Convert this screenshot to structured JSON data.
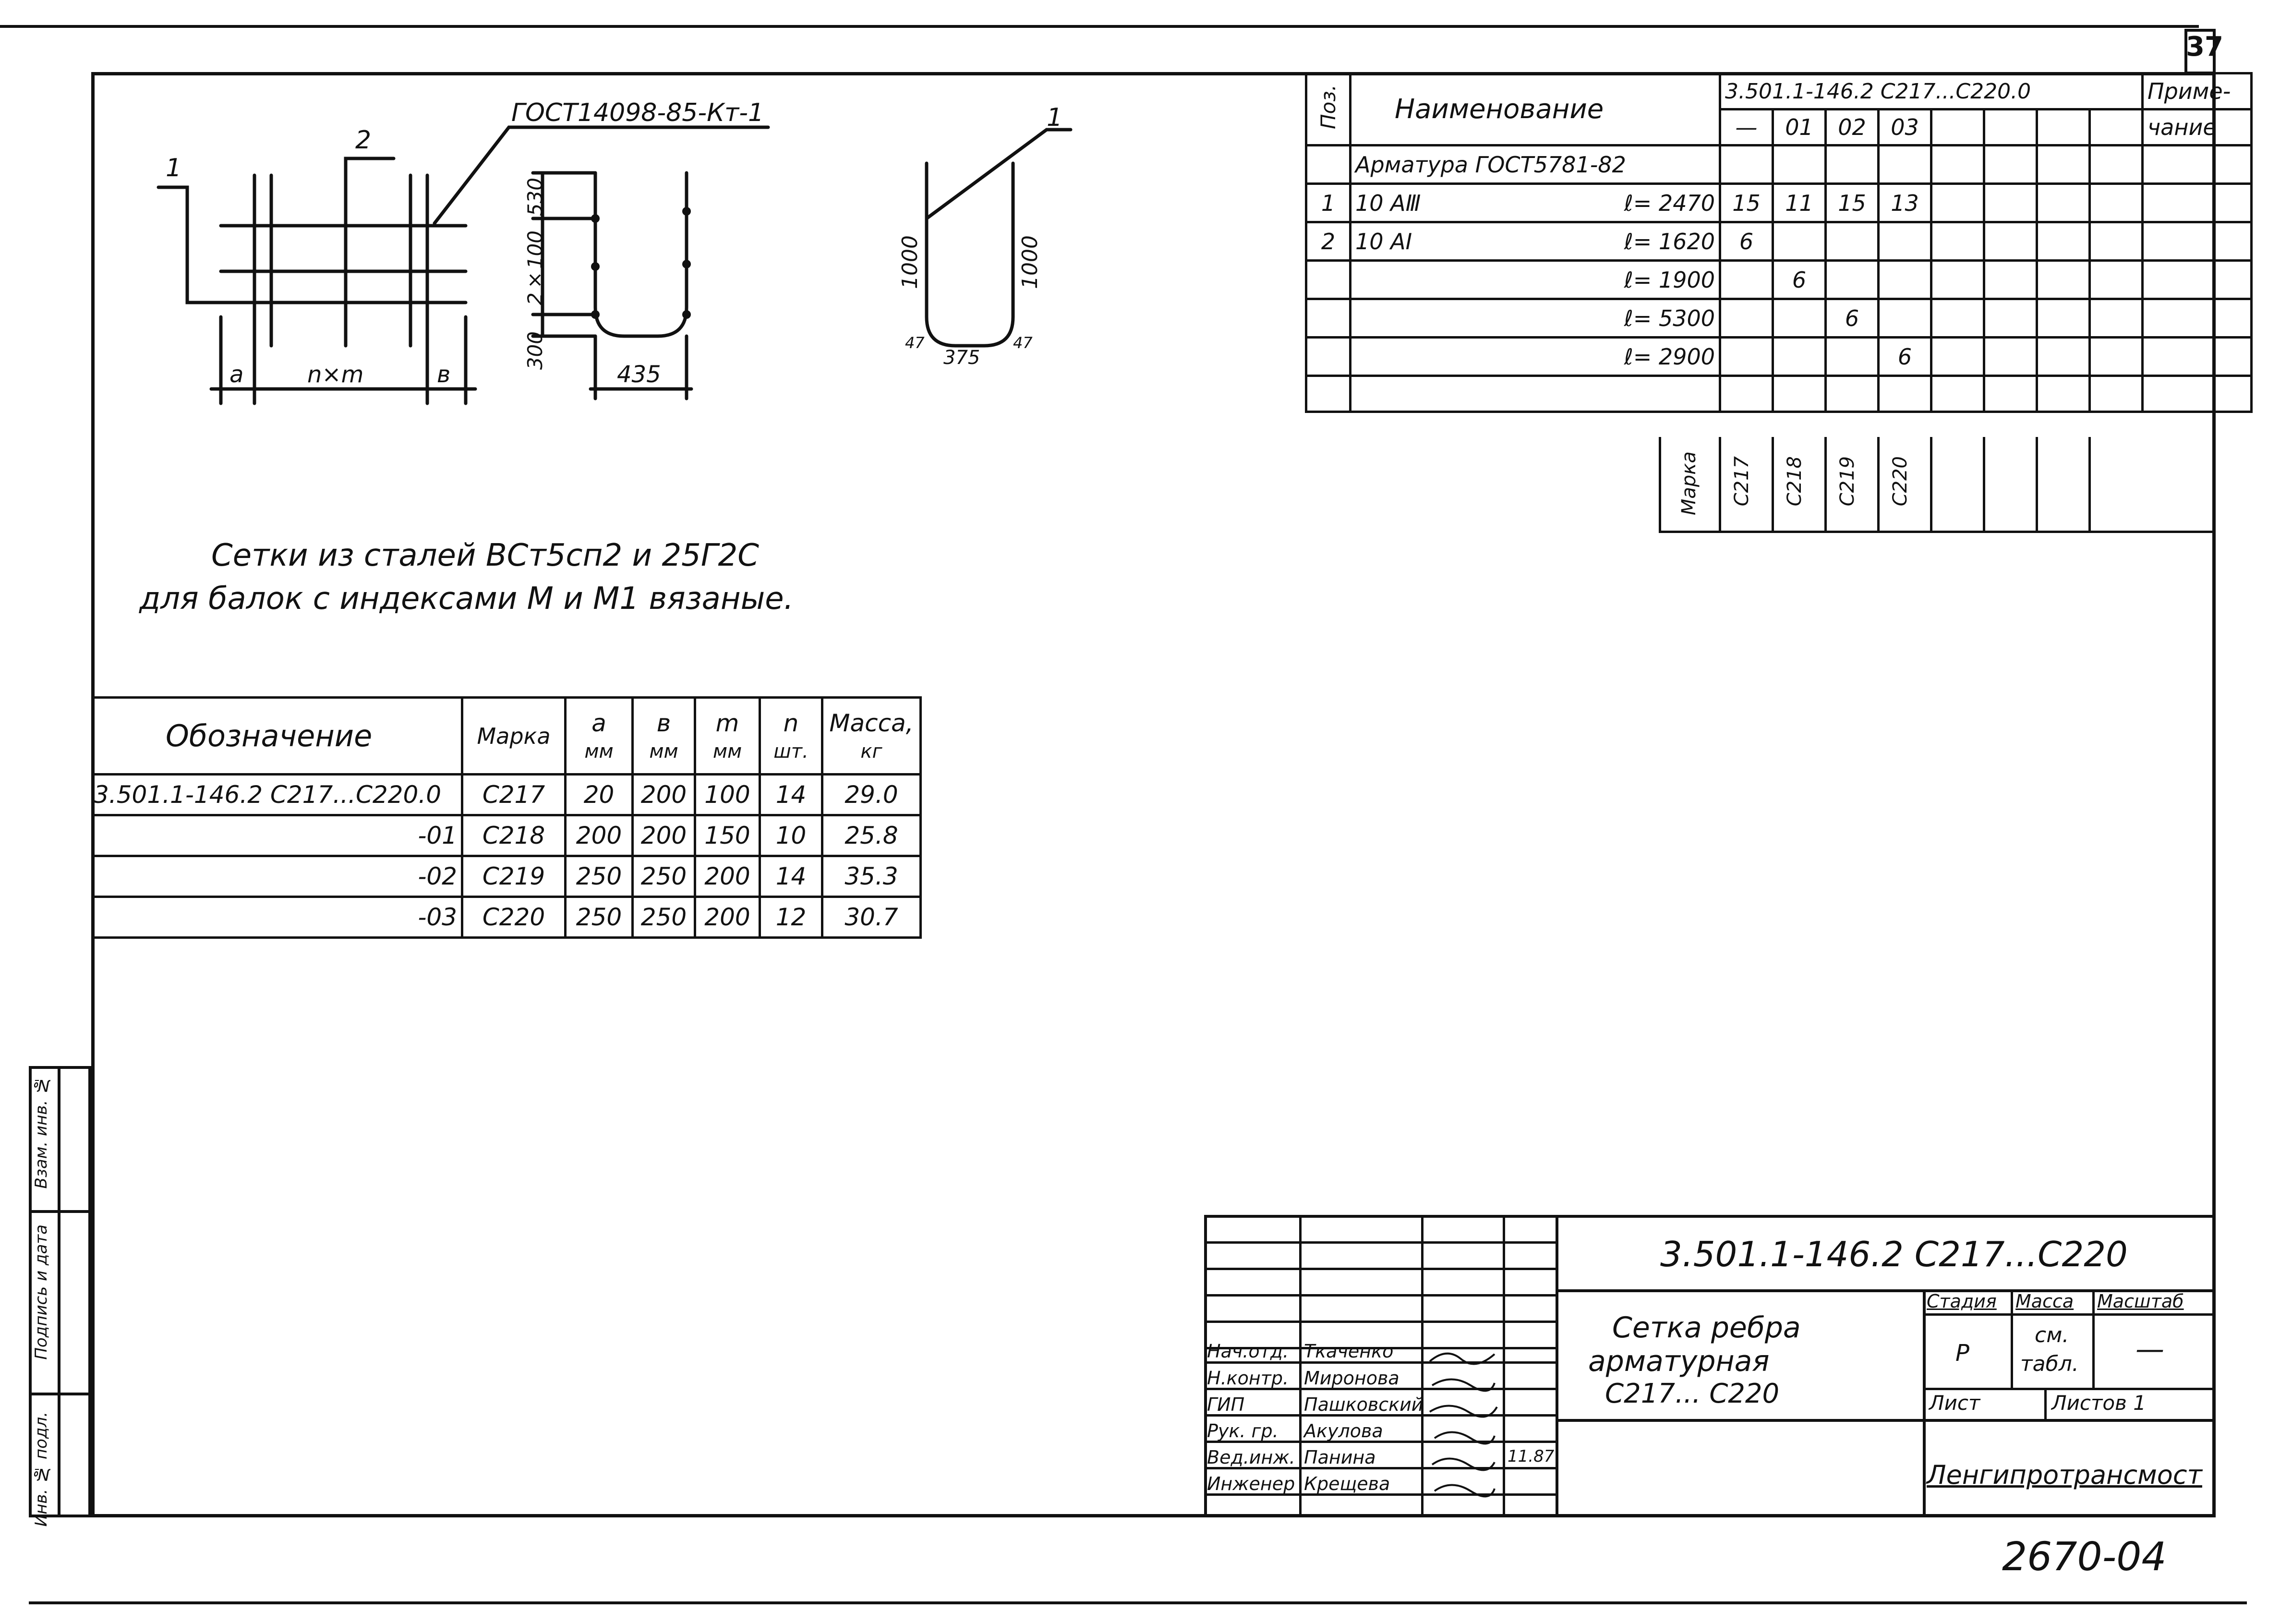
{
  "page": {
    "sheet_number": "37",
    "archive_number": "2670-04"
  },
  "sketch": {
    "gost_callout": "ГОСТ14098-85-Кт-1",
    "pos1": "1",
    "pos2": "2",
    "dim_a": "а",
    "dim_nxm": "n×m",
    "dim_b": "в",
    "dim_530": "530",
    "dim_2x100": "2×100",
    "dim_300": "300",
    "dim_435": "435",
    "dim_1000_left": "1000",
    "dim_1000_right": "1000",
    "dim_375": "375",
    "dim_r_left": "47",
    "dim_r_right": "47",
    "bar_pos": "1"
  },
  "note": {
    "line1": "Сетки из сталей ВСт5сп2 и 25Г2С",
    "line2": "для балок с индексами М и М1 вязаные."
  },
  "spec_table": {
    "head_pos": "Поз.",
    "head_name": "Наименование",
    "head_doc": "3.501.1-146.2  С217...С220.0",
    "head_note_1": "Приме-",
    "head_note_2": "чание",
    "variants": [
      "—",
      "01",
      "02",
      "03"
    ],
    "group_title": "Арматура ГОСТ5781-82",
    "rows": [
      {
        "pos": "1",
        "name": "10 АⅢ",
        "len": "ℓ= 2470",
        "q": [
          "15",
          "11",
          "15",
          "13"
        ]
      },
      {
        "pos": "2",
        "name": "10 АI",
        "len": "ℓ= 1620",
        "q": [
          "6",
          "",
          "",
          ""
        ]
      },
      {
        "pos": "",
        "name": "",
        "len": "ℓ= 1900",
        "q": [
          "",
          "6",
          "",
          ""
        ]
      },
      {
        "pos": "",
        "name": "",
        "len": "ℓ= 5300",
        "q": [
          "",
          "",
          "6",
          ""
        ]
      },
      {
        "pos": "",
        "name": "",
        "len": "ℓ= 2900",
        "q": [
          "",
          "",
          "",
          "6"
        ]
      }
    ],
    "marka_label": "Марка",
    "marks": [
      "С217",
      "С218",
      "С219",
      "С220"
    ]
  },
  "dims_table": {
    "headers": {
      "designation": "Обозначение",
      "mark": "Марка",
      "a": "а",
      "a_unit": "мм",
      "b": "в",
      "b_unit": "мм",
      "m": "m",
      "m_unit": "мм",
      "n": "n",
      "n_unit": "шт.",
      "mass": "Масса,",
      "mass_unit": "кг"
    },
    "rows": [
      {
        "designation": "3.501.1-146.2   С217...С220.0",
        "mark": "С217",
        "a": "20",
        "b": "200",
        "m": "100",
        "n": "14",
        "mass": "29.0"
      },
      {
        "designation": "-01",
        "mark": "С218",
        "a": "200",
        "b": "200",
        "m": "150",
        "n": "10",
        "mass": "25.8"
      },
      {
        "designation": "-02",
        "mark": "С219",
        "a": "250",
        "b": "250",
        "m": "200",
        "n": "14",
        "mass": "35.3"
      },
      {
        "designation": "-03",
        "mark": "С220",
        "a": "250",
        "b": "250",
        "m": "200",
        "n": "12",
        "mass": "30.7"
      }
    ]
  },
  "title_block": {
    "doc_code": "3.501.1-146.2  С217...С220",
    "title_line1": "Сетка  ребра",
    "title_line2": "арматурная",
    "title_line3": "С217... С220",
    "stage_label": "Стадия",
    "mass_label": "Масса",
    "scale_label": "Масштаб",
    "stage_value": "Р",
    "mass_value_1": "см.",
    "mass_value_2": "табл.",
    "scale_value": "—",
    "sheet_label": "Лист",
    "sheets_label": "Листов 1",
    "organization": "Ленгипротрансмост",
    "signatures": [
      {
        "role": "Нач.отд.",
        "name": "Ткаченко",
        "date": ""
      },
      {
        "role": "Н.контр.",
        "name": "Миронова",
        "date": ""
      },
      {
        "role": "ГИП",
        "name": "Пашковский",
        "date": ""
      },
      {
        "role": "Рук. гр.",
        "name": "Акулова",
        "date": ""
      },
      {
        "role": "Вед.инж.",
        "name": "Панина",
        "date": "11.87"
      },
      {
        "role": "Инженер",
        "name": "Крещева",
        "date": ""
      }
    ]
  },
  "left_stamp": {
    "label1": "Инв. № подл.",
    "label2": "Подпись и дата",
    "label3": "Взам. инв. №"
  }
}
